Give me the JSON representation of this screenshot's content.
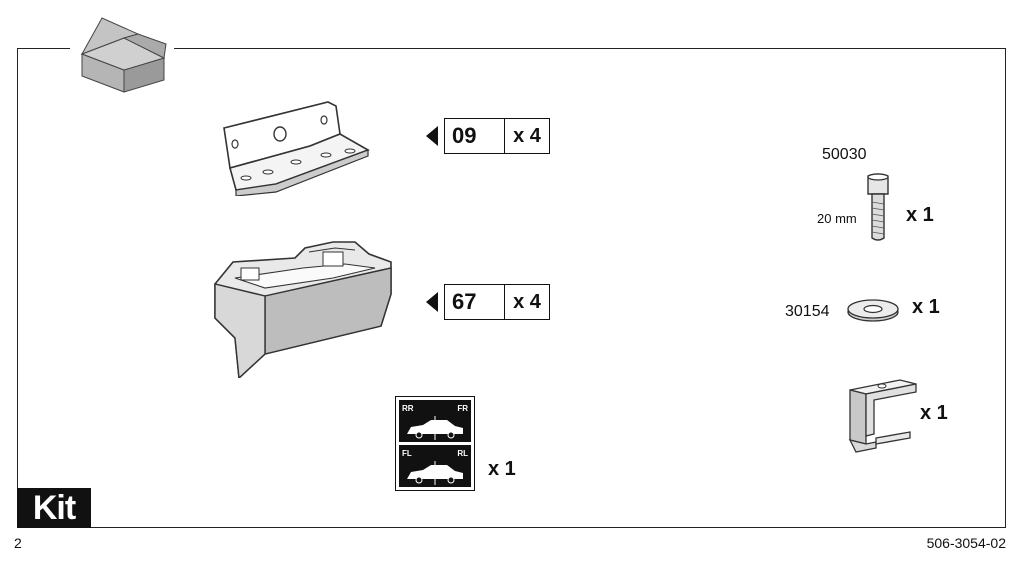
{
  "title": "Kit",
  "page_number": "2",
  "document_number": "506-3054-02",
  "items": [
    {
      "name": "bracket",
      "ref": "09",
      "qty": "x 4"
    },
    {
      "name": "foot-pad",
      "ref": "67",
      "qty": "x 4"
    }
  ],
  "sticker": {
    "qty": "x 1",
    "labels": {
      "rr": "RR",
      "fr": "FR",
      "fl": "FL",
      "rl": "RL"
    }
  },
  "bolt": {
    "part_number": "50030",
    "length": "20 mm",
    "qty": "x 1"
  },
  "washer": {
    "part_number": "30154",
    "qty": "x 1"
  },
  "clip": {
    "qty": "x 1"
  }
}
